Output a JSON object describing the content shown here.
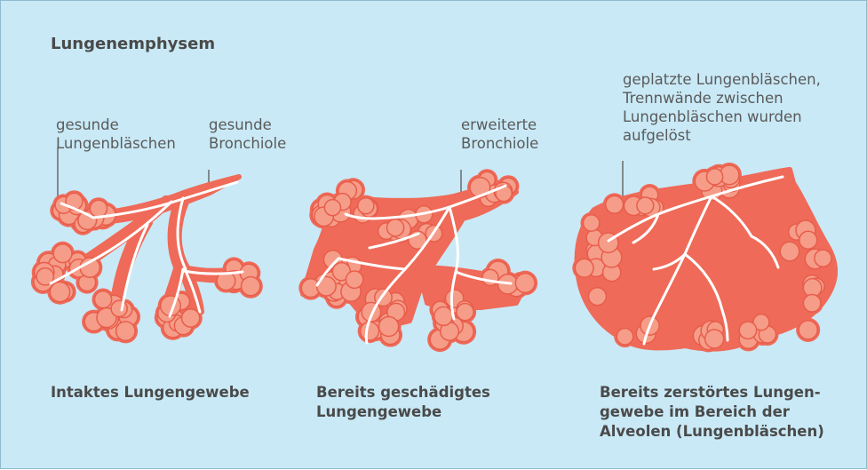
{
  "title": "Lungenemphysem",
  "colors": {
    "background": "#c9e9f6",
    "tissue": "#ef6a58",
    "alveolus": "#f59d88",
    "alveolus_rim": "#e85d4c",
    "bronchiole": "#ffffff"
  },
  "panels": [
    {
      "labels": [
        "gesunde\nLungenbläschen",
        "gesunde\nBronchiole"
      ],
      "caption": "Intaktes Lungengewebe"
    },
    {
      "labels": [
        "erweiterte\nBronchiole"
      ],
      "caption": "Bereits geschädigtes\nLungengewebe"
    },
    {
      "labels": [
        "geplatzte Lungenbläschen,\nTrennwände zwischen\nLungenbläschen wurden\naufgelöst"
      ],
      "caption": "Bereits zerstörtes Lungen-\ngewebe im Bereich der\nAlveolen (Lungenbläschen)"
    }
  ]
}
